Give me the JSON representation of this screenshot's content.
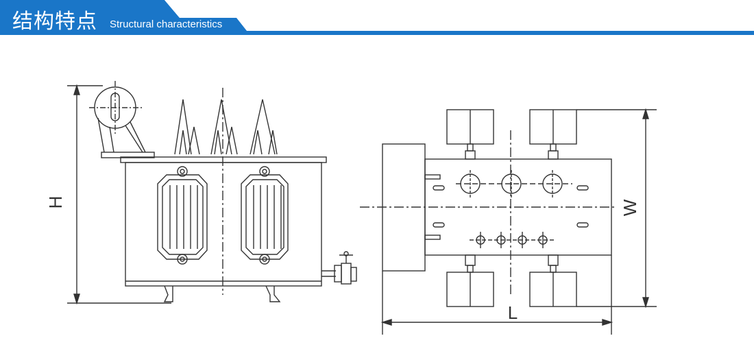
{
  "header": {
    "title_cn": "结构特点",
    "title_en": "Structural characteristics",
    "colors": {
      "accent": "#1a76c8",
      "text": "#ffffff"
    }
  },
  "diagram": {
    "labels": {
      "height": "H",
      "width": "W",
      "length": "L"
    },
    "line_color": "#333333"
  }
}
